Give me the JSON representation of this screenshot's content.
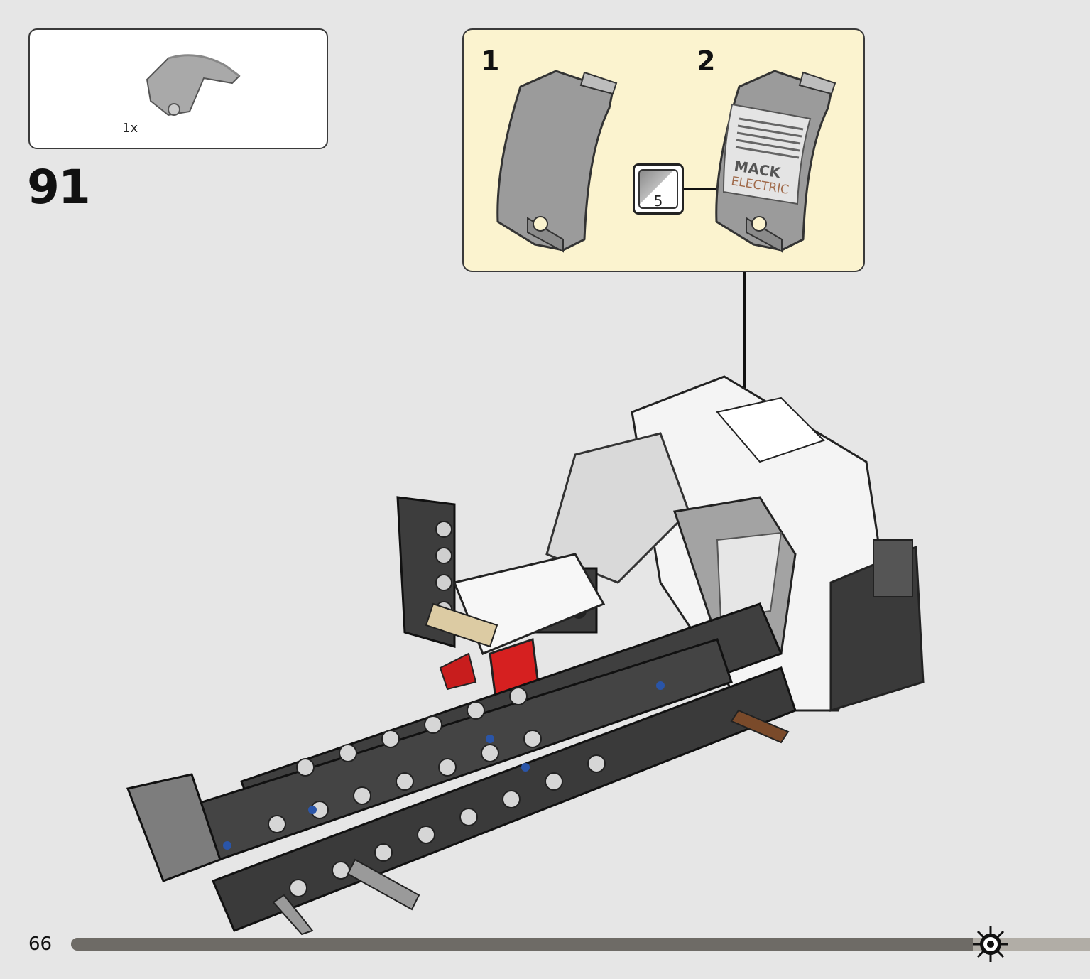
{
  "parts_list": {
    "quantity": "1x",
    "part_icon": "grey-panel-icon"
  },
  "step": {
    "number": "91"
  },
  "callout": {
    "substep_1": "1",
    "substep_2": "2",
    "sticker_number": "5",
    "decal_brand": "MACK",
    "decal_text": "ELECTRIC"
  },
  "model": {
    "icon": "technic-chassis-icon"
  },
  "footer": {
    "page_number": "66",
    "progress": 0.885,
    "marker_icon": "gear-icon"
  },
  "colors": {
    "background": "#e6e6e6",
    "callout_background": "#fbf3cf",
    "progress_fill": "#6e6b66",
    "progress_track": "#b1ada6"
  }
}
